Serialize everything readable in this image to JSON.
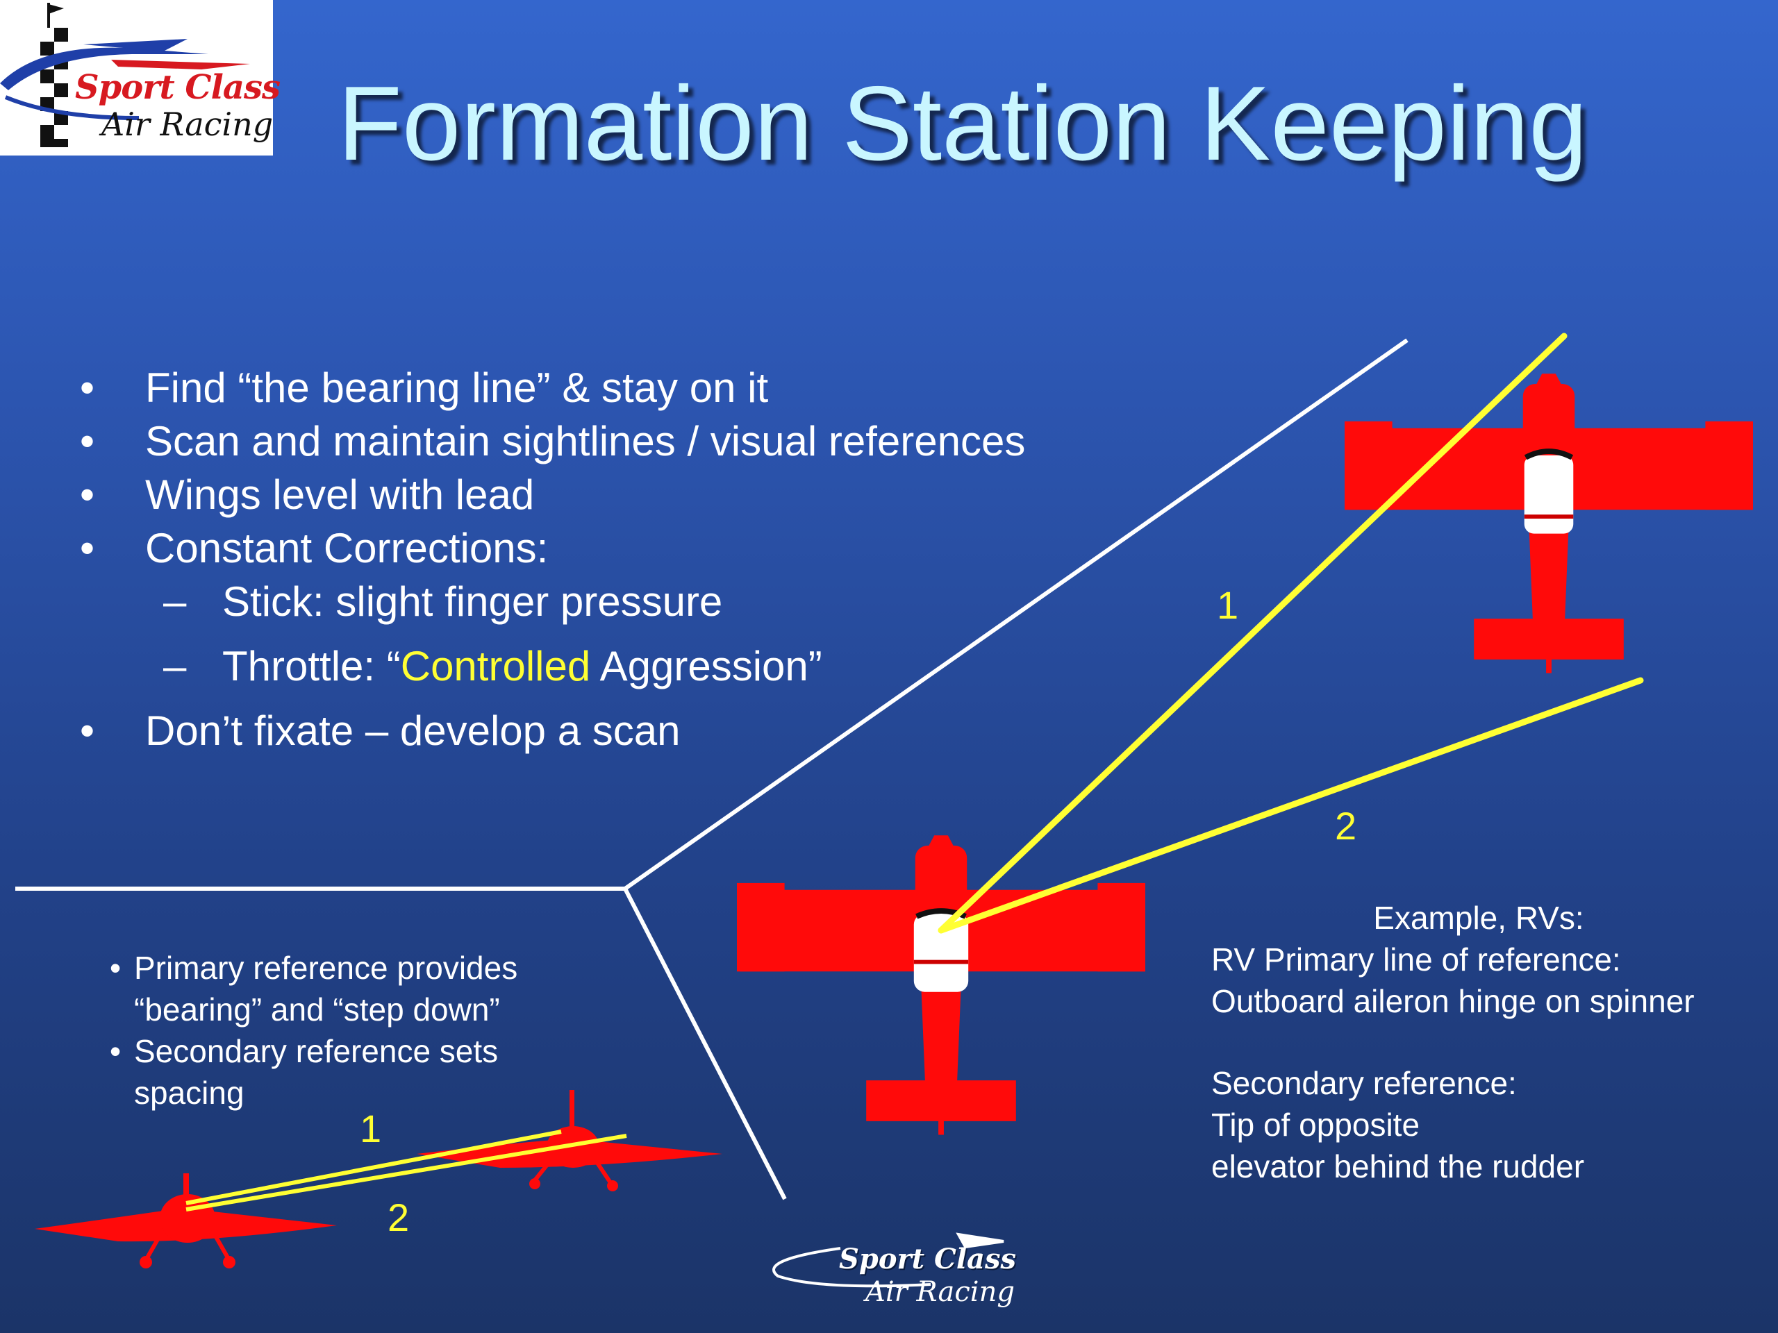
{
  "logo": {
    "line1": "Sport Class",
    "line2": "Air Racing"
  },
  "title": "Formation Station Keeping",
  "bullets": {
    "b1": "Find “the bearing line” & stay on it",
    "b2": "Scan and maintain sightlines / visual references",
    "b3": "Wings level with lead",
    "b4": "Constant Corrections:",
    "s1": "Stick: slight finger pressure",
    "s2_pre": "Throttle: “",
    "s2_hl": "Controlled",
    "s2_post": " Aggression”",
    "b5": "Don’t fixate – develop a scan"
  },
  "small_bullets": {
    "p1_line1": "Primary reference provides",
    "p1_line2": "“bearing” and “step down”",
    "p2_line1": "Secondary reference sets",
    "p2_line2": "spacing"
  },
  "example": {
    "heading": "Example, RVs:",
    "line1": "RV Primary line of reference:",
    "line2": "Outboard aileron hinge on spinner",
    "line3": "Secondary reference:",
    "line4": "Tip of opposite",
    "line5": "elevator behind the rudder"
  },
  "labels": {
    "one": "1",
    "two": "2"
  },
  "footer": {
    "line1": "Sport Class",
    "line2": "Air Racing"
  },
  "colors": {
    "plane": "#ff0a0a",
    "sightline": "#ffff33",
    "title": "#c9f6ff"
  },
  "bullet_glyph": "•",
  "dash_glyph": "–"
}
